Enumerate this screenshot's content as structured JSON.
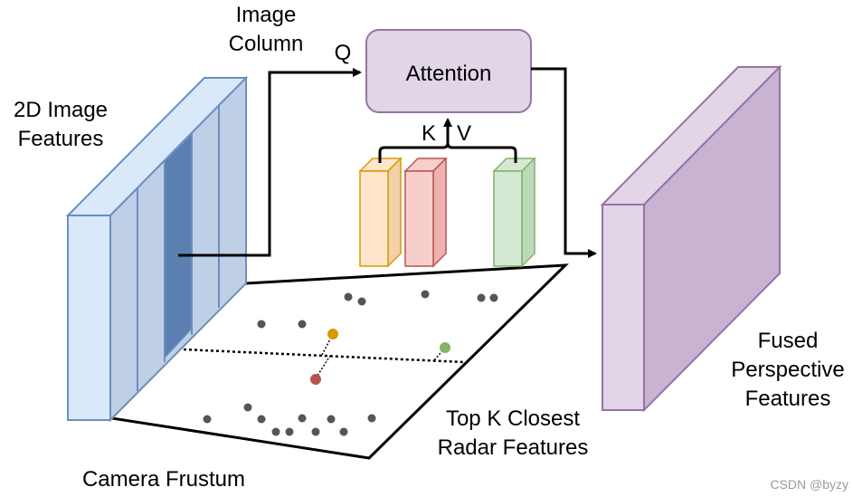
{
  "labels": {
    "image_column_line1": "Image",
    "image_column_line2": "Column",
    "q": "Q",
    "attention": "Attention",
    "k": "K",
    "v": "V",
    "image_features_line1": "2D Image",
    "image_features_line2": "Features",
    "fused_line1": "Fused",
    "fused_line2": "Perspective",
    "fused_line3": "Features",
    "topk_line1": "Top K Closest",
    "topk_line2": "Radar Features",
    "frustum": "Camera Frustum",
    "watermark": "CSDN @byzy"
  },
  "colors": {
    "image_front": "#dae8fc",
    "image_stroke": "#6c8ebf",
    "image_side": "#bfd0e6",
    "image_column_highlight": "#5b7fb0",
    "attention_fill": "#e1d5e7",
    "attention_stroke": "#9673a6",
    "fused_front": "#e1d5e7",
    "fused_side": "#c8b3d2",
    "radar_orange": "#ffe6cc",
    "radar_orange_stroke": "#d79b00",
    "radar_red": "#f8cecc",
    "radar_red_stroke": "#b85450",
    "radar_green": "#d5e8d4",
    "radar_green_stroke": "#82b366",
    "point_gray": "#555555",
    "point_orange": "#d79b00",
    "point_red": "#b85450",
    "point_green": "#82b366"
  }
}
